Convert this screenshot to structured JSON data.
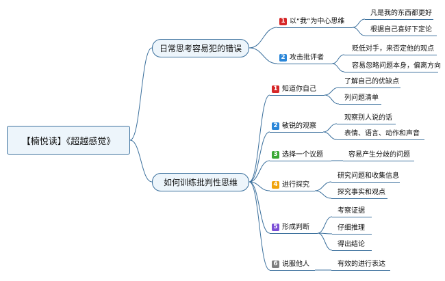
{
  "root": "【楠悦读】《超越感觉》",
  "branches": [
    {
      "title": "日常思考容易犯的错误",
      "items": [
        {
          "num": "1",
          "color": "#d62728",
          "label": "以“我”为中心思维",
          "children": [
            "凡是我的东西都更好",
            "根据自己喜好下定论"
          ]
        },
        {
          "num": "2",
          "color": "#2a86d8",
          "label": "攻击批评者",
          "children": [
            "贬低对手，来否定他的观点",
            "容易忽略问题本身，偏离方向"
          ]
        }
      ]
    },
    {
      "title": "如何训练批判性思维",
      "items": [
        {
          "num": "1",
          "color": "#d62728",
          "label": "知道你自己",
          "children": [
            "了解自己的优缺点",
            "列问题清单"
          ]
        },
        {
          "num": "2",
          "color": "#2a86d8",
          "label": "敏锐的观察",
          "children": [
            "观察别人说的话",
            "表情、语言、动作和声音"
          ]
        },
        {
          "num": "3",
          "color": "#3aa834",
          "label": "选择一个议题",
          "children": [
            "容易产生分歧的问题"
          ]
        },
        {
          "num": "4",
          "color": "#f0a30a",
          "label": "进行探究",
          "children": [
            "研究问题和收集信息",
            "探究事实和观点"
          ]
        },
        {
          "num": "5",
          "color": "#7b4fd6",
          "label": "形成判断",
          "children": [
            "考察证据",
            "仔细推理",
            "得出结论"
          ]
        },
        {
          "num": "6",
          "color": "#7f7f7f",
          "label": "说服他人",
          "children": [
            "有效的进行表达"
          ]
        }
      ]
    }
  ]
}
